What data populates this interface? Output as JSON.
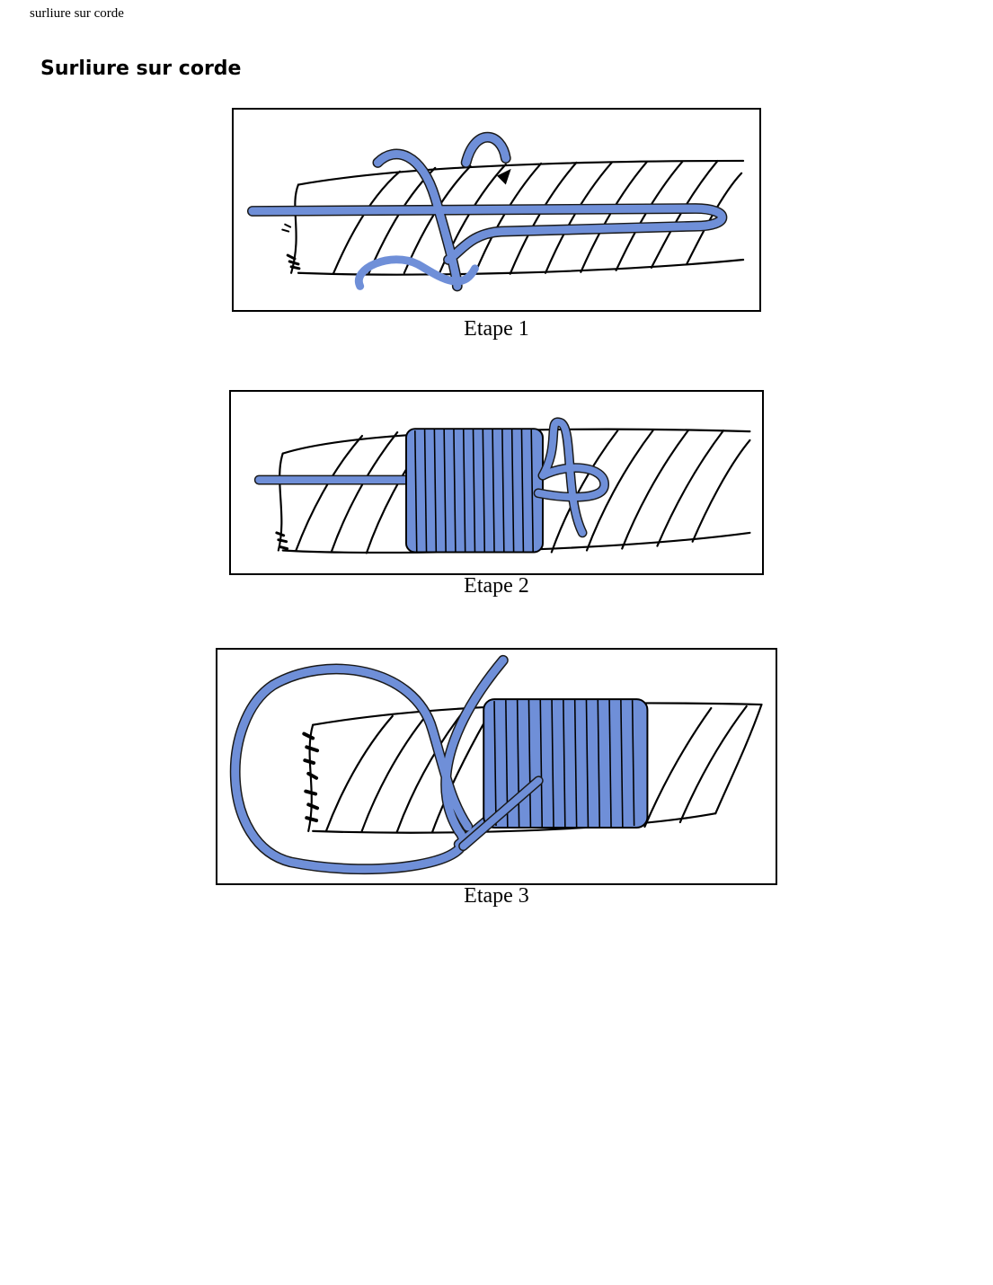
{
  "header": {
    "text": "surliure sur corde"
  },
  "title": "Surliure sur corde",
  "colors": {
    "thread": "#6f8fd8",
    "rope": "#000000"
  },
  "figures": [
    {
      "caption": "Etape 1"
    },
    {
      "caption": "Etape 2"
    },
    {
      "caption": "Etape 3"
    }
  ]
}
